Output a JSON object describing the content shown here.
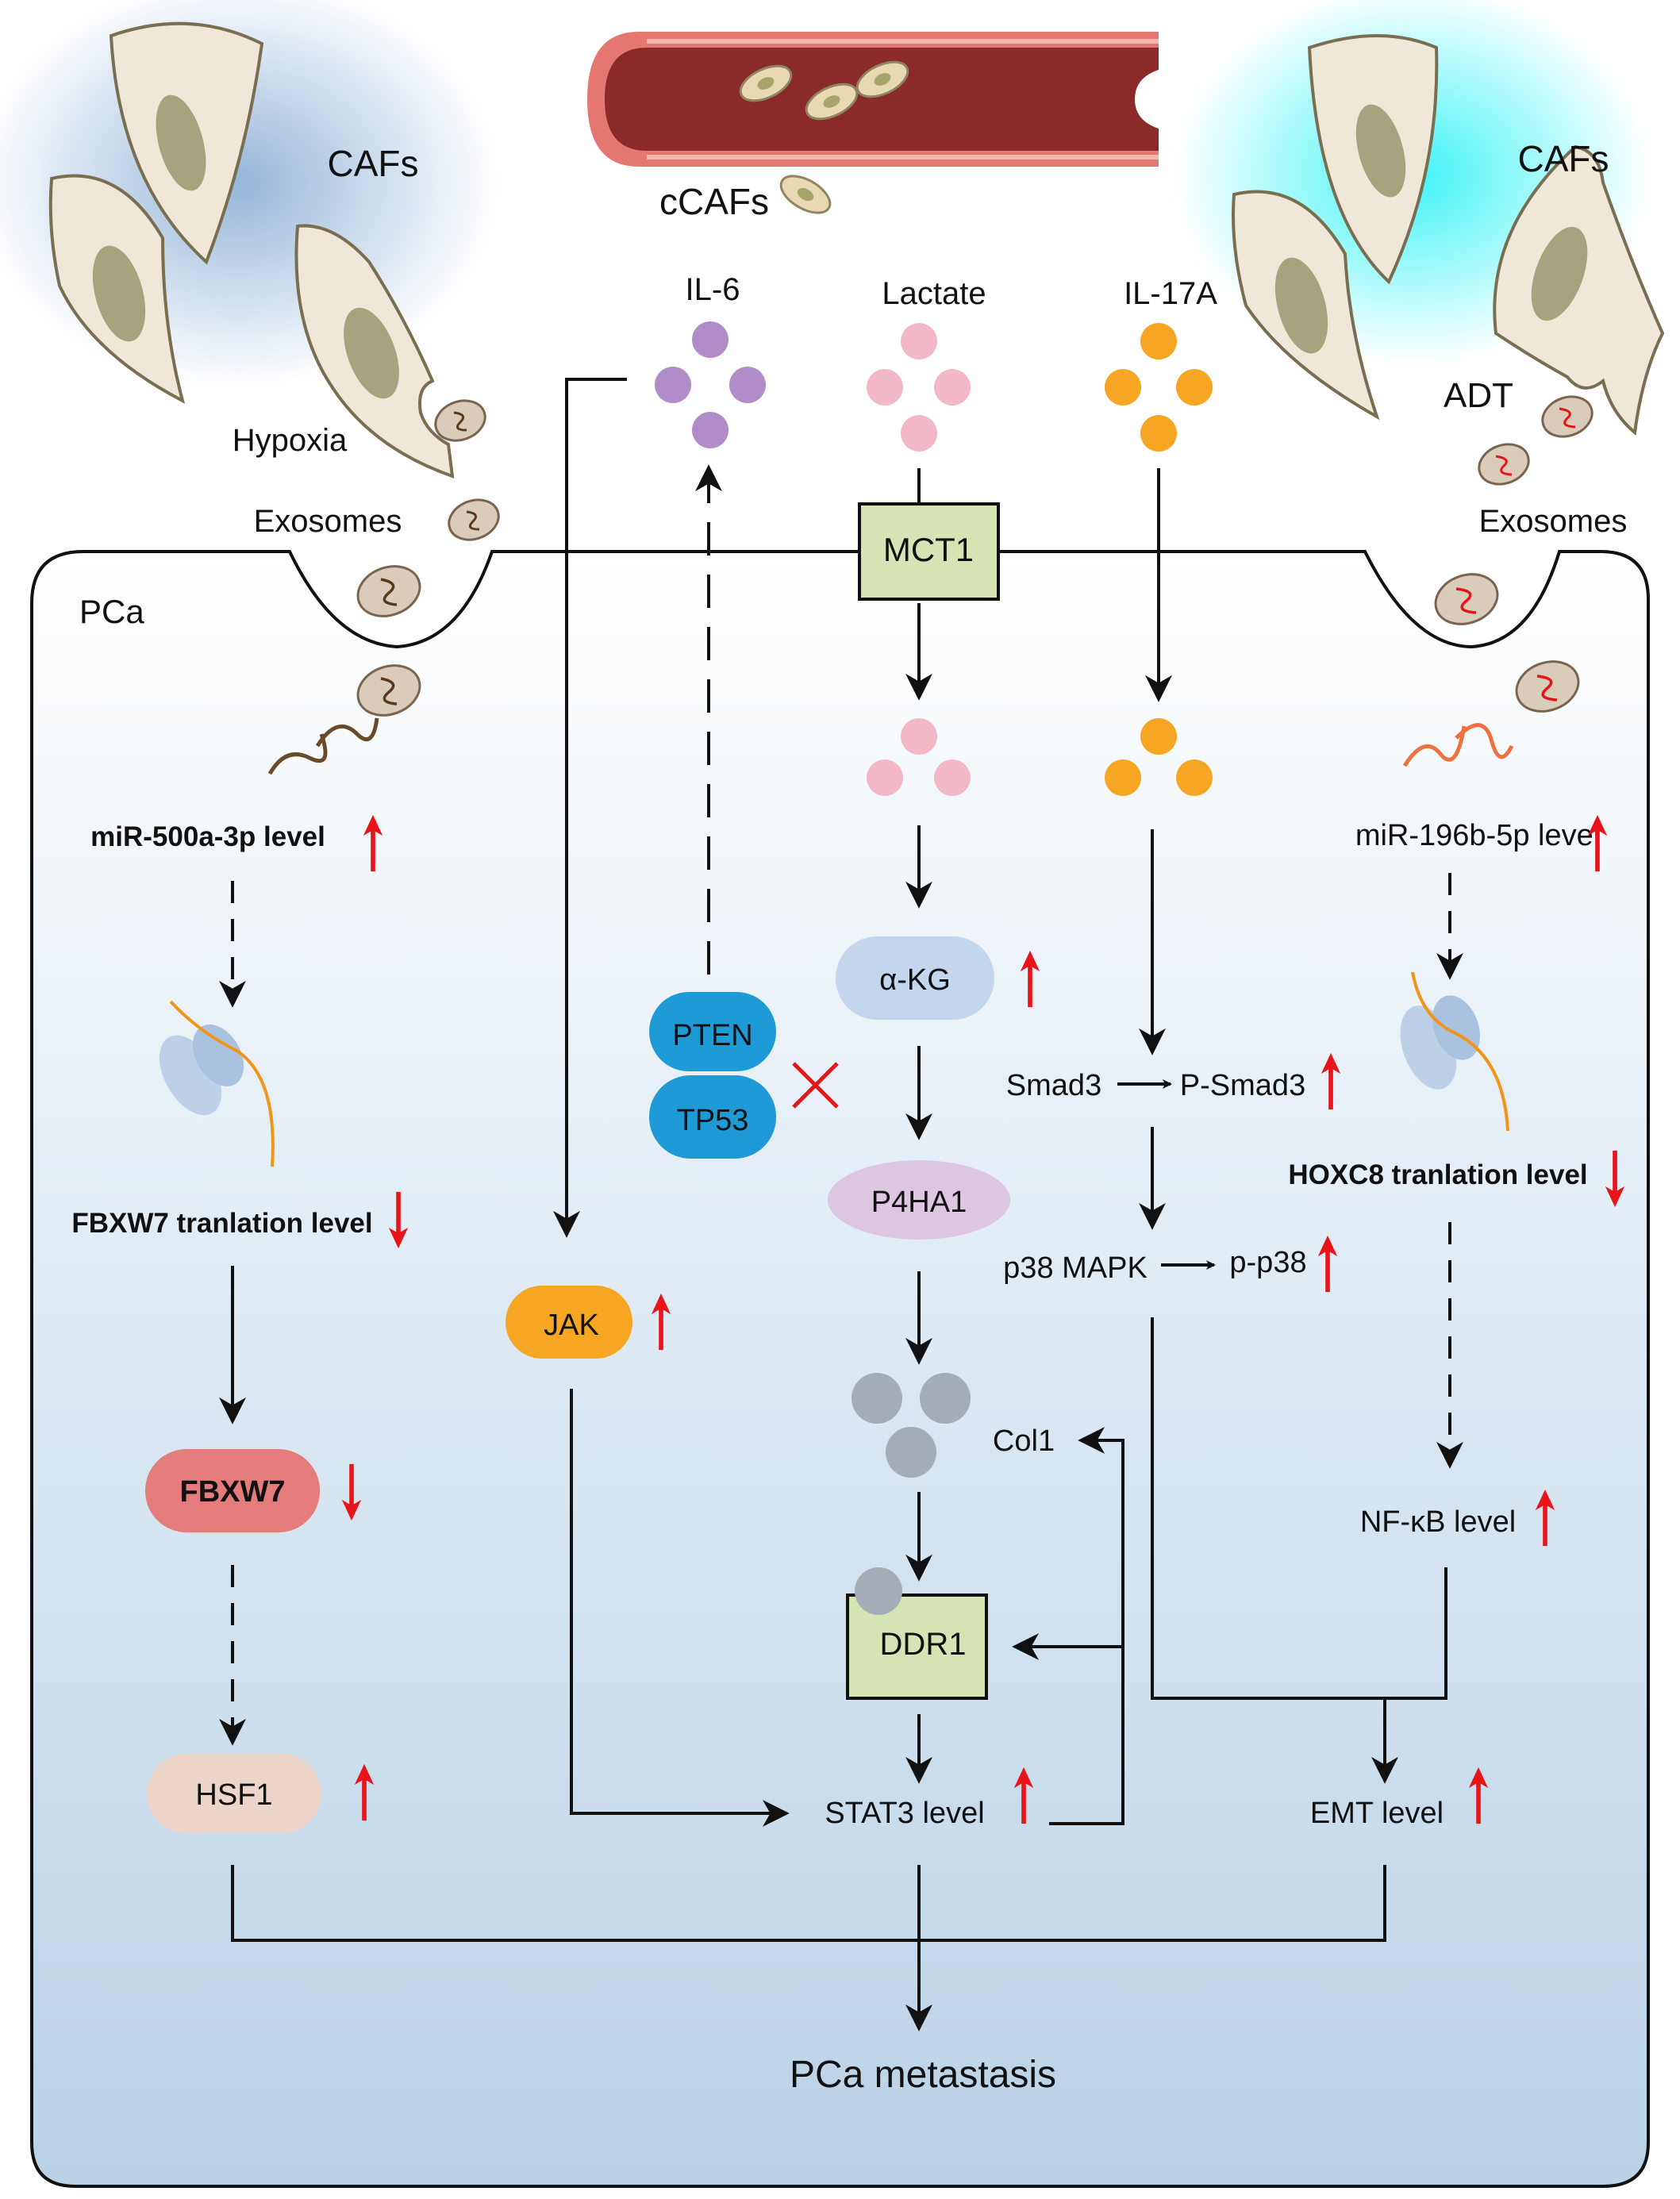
{
  "labels": {
    "cafs_left": "CAFs",
    "hypoxia": "Hypoxia",
    "exosomes_left": "Exosomes",
    "ccafs": "cCAFs",
    "cafs_right": "CAFs",
    "adt": "ADT",
    "exosomes_right": "Exosomes",
    "pca": "PCa",
    "il6": "IL-6",
    "lactate": "Lactate",
    "il17a": "IL-17A",
    "mct1": "MCT1",
    "mir500": "miR-500a-3p level",
    "fbxw7_translation": "FBXW7 tranlation level",
    "fbxw7": "FBXW7",
    "hsf1": "HSF1",
    "jak": "JAK",
    "pten": "PTEN",
    "tp53": "TP53",
    "akg": "α-KG",
    "p4ha1": "P4HA1",
    "col1": "Col1",
    "ddr1": "DDR1",
    "stat3": "STAT3 level",
    "smad3": "Smad3",
    "psmad3": "P-Smad3",
    "p38": "p38 MAPK",
    "pp38": "p-p38",
    "mir196": "miR-196b-5p level",
    "hoxc8": "HOXC8 tranlation level",
    "nfkb": "NF-κB level",
    "emt": "EMT level",
    "metastasis": "PCa metastasis"
  },
  "colors": {
    "arrow_red": "#e8141a",
    "mct1_fill": "#d5e3b5",
    "il6_dot": "#b08cc8",
    "lactate_dot": "#f2b8c8",
    "il17a_dot": "#f6a623",
    "jak_fill": "#f6a623",
    "pten_fill": "#1e9bd7",
    "fbxw7_fill": "#e37c7a",
    "hsf1_fill": "#ecd5c8",
    "akg_fill": "#c2d7ed",
    "p4ha1_fill": "#ddc6e0",
    "collagen_dot": "#a4adb5"
  },
  "indicators": {
    "mir500": "up",
    "fbxw7_translation": "down",
    "fbxw7": "down",
    "hsf1": "up",
    "jak": "up",
    "akg": "up",
    "stat3": "up",
    "psmad3": "up",
    "pp38": "up",
    "mir196": "up",
    "hoxc8": "down",
    "nfkb": "up",
    "emt": "up",
    "pten_tp53": "inhibited"
  }
}
